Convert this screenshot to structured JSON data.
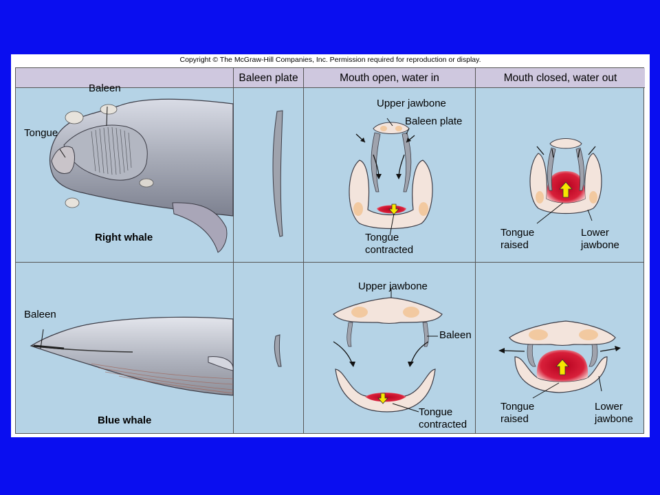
{
  "copyright": "Copyright © The McGraw-Hill Companies, Inc. Permission required for reproduction or display.",
  "columns": [
    "",
    "Baleen plate",
    "Mouth open, water in",
    "Mouth closed, water out"
  ],
  "right_whale": {
    "name": "Right whale",
    "baleen": "Baleen",
    "tongue": "Tongue",
    "open": {
      "upper_jawbone": "Upper jawbone",
      "baleen_plate": "Baleen plate",
      "tongue_line1": "Tongue",
      "tongue_line2": "contracted"
    },
    "closed": {
      "tongue_line1": "Tongue",
      "tongue_line2": "raised",
      "lower_line1": "Lower",
      "lower_line2": "jawbone"
    }
  },
  "blue_whale": {
    "name": "Blue whale",
    "baleen": "Baleen",
    "open": {
      "upper_jawbone": "Upper jawbone",
      "baleen": "Baleen",
      "tongue_line1": "Tongue",
      "tongue_line2": "contracted"
    },
    "closed": {
      "tongue_line1": "Tongue",
      "tongue_line2": "raised",
      "lower_line1": "Lower",
      "lower_line2": "jawbone"
    }
  },
  "colors": {
    "background": "#0a0ef0",
    "panel": "#b5d3e6",
    "header": "#cfc8df",
    "bone": "#f2c9a0",
    "tongue": "#c8102e",
    "arrow": "#f7e600",
    "flesh": "#f3e4dc"
  }
}
